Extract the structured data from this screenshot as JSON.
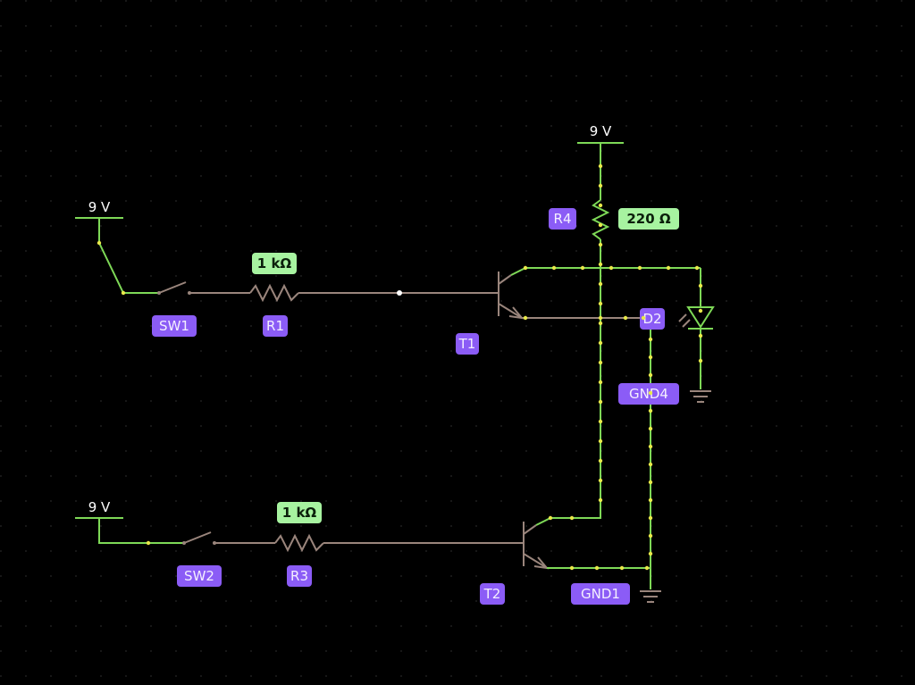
{
  "supplies": [
    {
      "id": "supply-top",
      "label": "9 V"
    },
    {
      "id": "supply-sw1",
      "label": "9 V"
    },
    {
      "id": "supply-sw2",
      "label": "9 V"
    }
  ],
  "components": {
    "sw1": {
      "label": "SW1"
    },
    "sw2": {
      "label": "SW2"
    },
    "r1": {
      "label": "R1",
      "value": "1 kΩ"
    },
    "r3": {
      "label": "R3",
      "value": "1 kΩ"
    },
    "r4": {
      "label": "R4",
      "value": "220 Ω"
    },
    "t1": {
      "label": "T1"
    },
    "t2": {
      "label": "T2"
    },
    "d2": {
      "label": "D2"
    },
    "gnd4": {
      "label": "GND4"
    },
    "gnd1": {
      "label": "GND1"
    }
  },
  "colors": {
    "background": "#000000",
    "live_wire": "#7ed957",
    "idle_wire": "#9a857c",
    "current_dot": "#e8e84a",
    "name_tag": "#8b5cf6",
    "value_tag": "#a7f3a0"
  }
}
